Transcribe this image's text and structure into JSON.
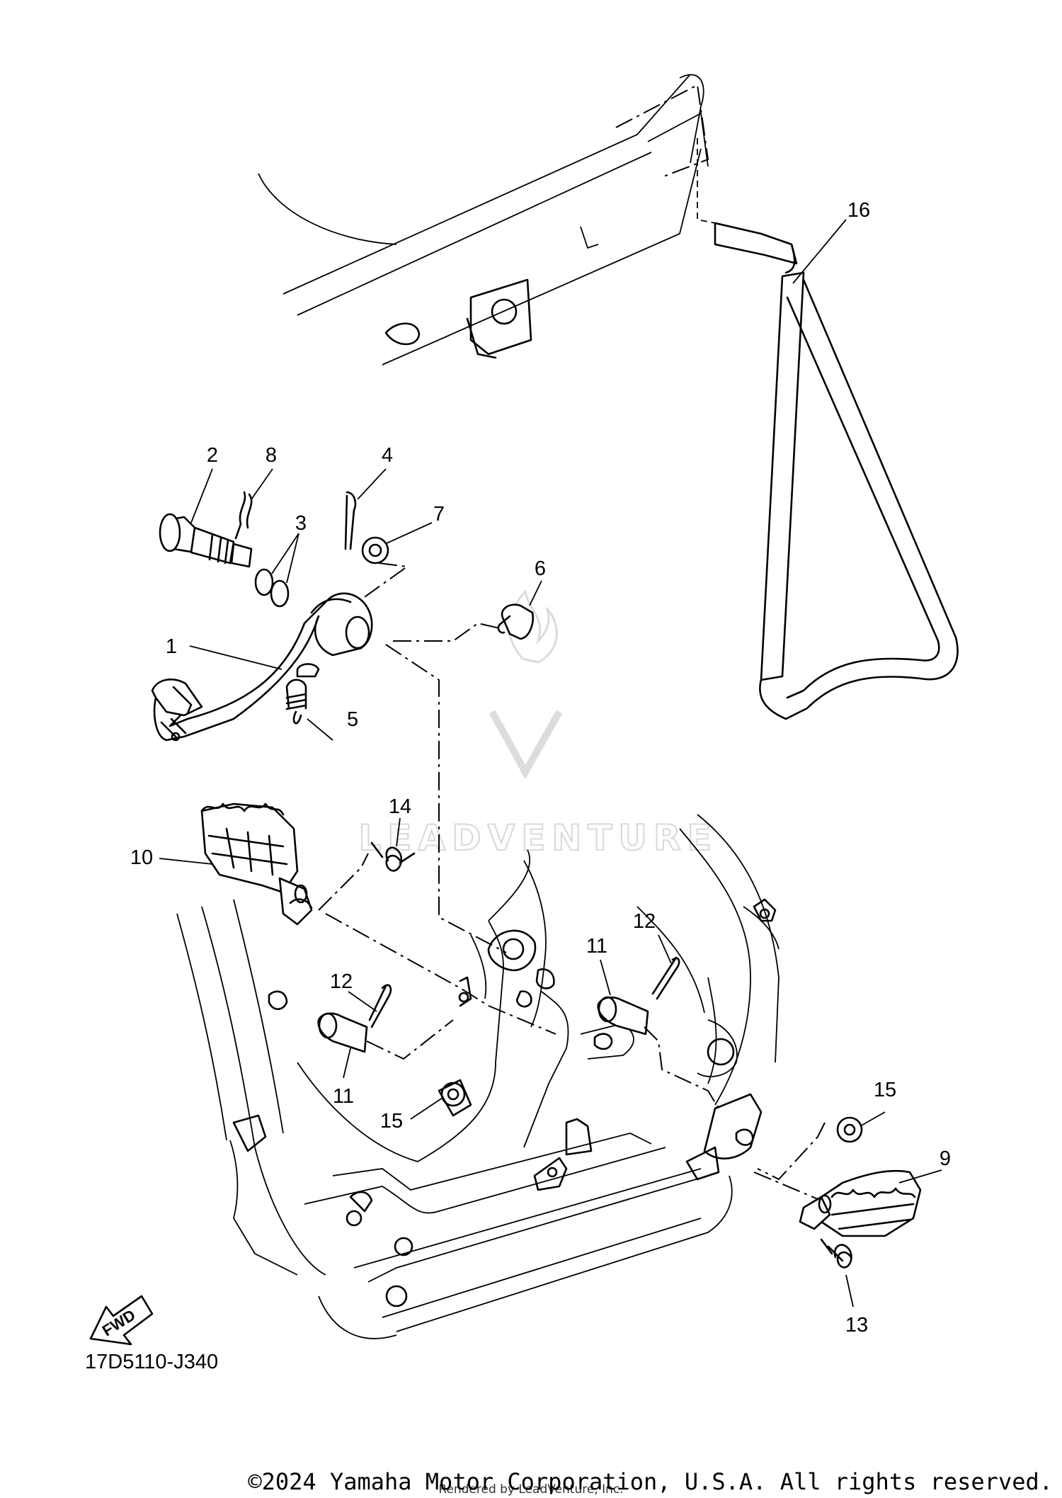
{
  "diagram": {
    "callouts": [
      {
        "id": "c1",
        "label": "1"
      },
      {
        "id": "c2",
        "label": "2"
      },
      {
        "id": "c3",
        "label": "3"
      },
      {
        "id": "c4",
        "label": "4"
      },
      {
        "id": "c5",
        "label": "5"
      },
      {
        "id": "c6",
        "label": "6"
      },
      {
        "id": "c7",
        "label": "7"
      },
      {
        "id": "c8",
        "label": "8"
      },
      {
        "id": "c9",
        "label": "9"
      },
      {
        "id": "c10",
        "label": "10"
      },
      {
        "id": "c11a",
        "label": "11"
      },
      {
        "id": "c11b",
        "label": "11"
      },
      {
        "id": "c12a",
        "label": "12"
      },
      {
        "id": "c12b",
        "label": "12"
      },
      {
        "id": "c13",
        "label": "13"
      },
      {
        "id": "c14",
        "label": "14"
      },
      {
        "id": "c15a",
        "label": "15"
      },
      {
        "id": "c15b",
        "label": "15"
      },
      {
        "id": "c16",
        "label": "16"
      }
    ],
    "fwd_label": "FWD",
    "diagram_code": "17D5110-J340",
    "watermark": "LEADVENTURE",
    "rendered_by": "Rendered by LeadVenture, Inc.",
    "copyright": "©2024 Yamaha Motor Corporation, U.S.A. All rights reserved."
  }
}
